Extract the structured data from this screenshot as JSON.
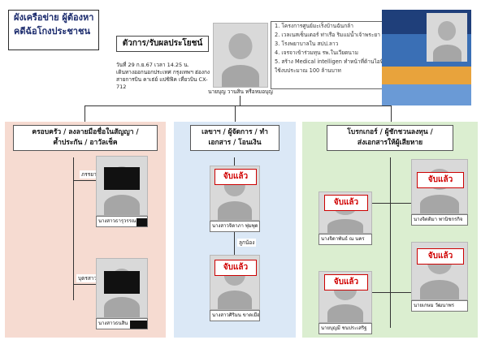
{
  "header": {
    "title_line1": "ผังเครือข่าย ผู้ต้องหา",
    "title_line2": "คดีฉ้อโกงประชาชน"
  },
  "boss": {
    "role_label": "ตัวการ/รับผลประโยชน์",
    "name": "นายบุญ วานสิน หรือหมอบุญ",
    "info_lines": [
      "วันที่ 29 ก.ย.67 เวลา 14.25 น.",
      "เดินทางออกนอกประเทศ กรุงเทพฯ ฮ่องกง",
      "สายการบิน คาเธ่ย์ แปซิฟิค เที่ยวบิน CX-712"
    ]
  },
  "projects": [
    "1. โครงการศูนย์มะเร็งบ้านฉันกล้า",
    "2. เวลเนสเซ็นเตอร์ ท่าเรือ ริมแม่น้ำเจ้าพระยา",
    "3. โรงพยาบาลใน สปป.ลาว",
    "4. เจรจาเข้าร่วมทุน รพ.ในเวียดนาม",
    "5. สร้าง Medical intelligen ทำหน้าที่ด้านไอที",
    "ใช้งบประมาณ 100 ล้านบาท"
  ],
  "poster": {
    "colors": [
      "#1f3f7a",
      "#3a6fb5",
      "#e8a33c",
      "#6a9ad6"
    ]
  },
  "panels": {
    "left": {
      "title_lines": [
        "ครอบครัว / ลงลายมือชื่อในสัญญา /",
        "ค้ำประกัน / อาวัลเช็ค"
      ],
      "relation_top": "ภรรยา",
      "relation_bottom": "บุตรสาว",
      "people": [
        {
          "name": "นางสาวธารุวรรณ"
        },
        {
          "name": "นางสาวธนสิน"
        }
      ]
    },
    "mid": {
      "title_lines": [
        "เลขาฯ / ผู้จัดการ / ทำ",
        "เอกสาร / โอนเงิน"
      ],
      "relation": "ลูกน้อง",
      "people": [
        {
          "name": "นางสาวจิดาภา พุ่มพุด",
          "badge": "จับแล้ว"
        },
        {
          "name": "นางสาวศิริมน ขาดเมือง",
          "badge": "จับแล้ว"
        }
      ]
    },
    "right": {
      "title_lines": [
        "โบรกเกอร์ / ผู้ชักชวนลงทุน /",
        "ส่งเอกสารให้ผู้เสียหาย"
      ],
      "people": [
        {
          "name": "นางจิดาพันธ์ ณ นคร",
          "badge": "จับแล้ว"
        },
        {
          "name": "นางจิตติมา พานิชกรกิจ",
          "badge": "จับแล้ว"
        },
        {
          "name": "นายบุญมี ชนประเสริฐ",
          "badge": "จับแล้ว"
        },
        {
          "name": "นายเกษม วัฒนาพร",
          "badge": "จับแล้ว"
        }
      ]
    }
  },
  "colors": {
    "left_panel": "#f6dbd1",
    "mid_panel": "#dbe8f6",
    "right_panel": "#dbeed0",
    "arrest_red": "#d00000"
  }
}
